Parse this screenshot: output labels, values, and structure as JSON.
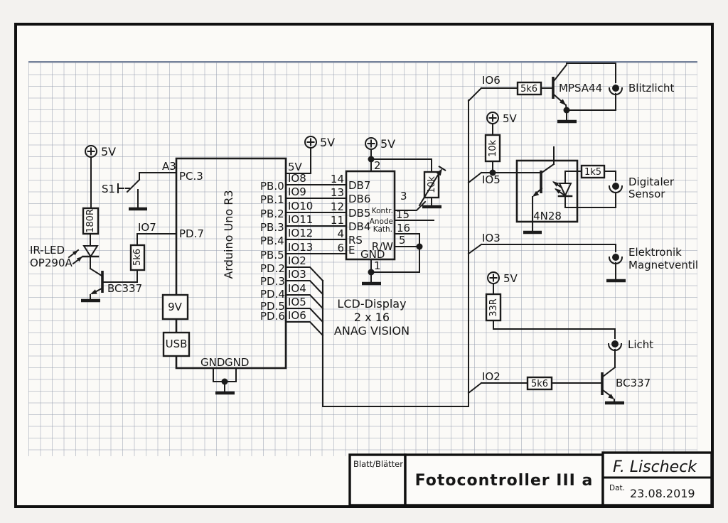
{
  "left": {
    "v5": "5V",
    "r180": "180R",
    "ir_led": "IR-LED",
    "op290a": "OP290A",
    "bc337": "BC337",
    "s1": "S1",
    "a3": "A3",
    "pc3": "PC.3",
    "io7": "IO7",
    "pd7": "PD.7",
    "r5k6": "5k6"
  },
  "arduino": {
    "name": "Arduino Uno R3",
    "v5_pin": "5V",
    "v5_sup": "5V",
    "v9": "9V",
    "usb": "USB",
    "gnd_left": "GND",
    "gnd_right": "GND",
    "pb": [
      "PB.0",
      "PB.1",
      "PB.2",
      "PB.3",
      "PB.4",
      "PB.5"
    ],
    "io_top": [
      "IO8",
      "IO9",
      "IO10",
      "IO11",
      "IO12",
      "IO13"
    ],
    "pd": [
      "PD.2",
      "PD.3",
      "PD.4",
      "PD.5",
      "PD.6"
    ],
    "io_bot": [
      "IO2",
      "IO3",
      "IO4",
      "IO5",
      "IO6"
    ]
  },
  "lcd": {
    "v5": "5V",
    "pin2": "2",
    "pin1": "1",
    "pin3": "3",
    "pin15": "15",
    "pin16": "16",
    "pin5": "5",
    "nums": [
      "14",
      "13",
      "12",
      "11",
      "4",
      "6"
    ],
    "pins": [
      "DB7",
      "DB6",
      "DB5",
      "DB4",
      "RS",
      "E"
    ],
    "kontr": "Kontr.",
    "anode": "Anode",
    "kath": "Kath.",
    "rw": "R/W",
    "gnd": "GND",
    "pot": "10k",
    "name1": "LCD-Display",
    "name2": "2 x 16",
    "name3": "ANAG VISION"
  },
  "right": {
    "io6": "IO6",
    "r5k6": "5k6",
    "mpsa44": "MPSA44",
    "blitzlicht": "Blitzlicht",
    "v5_10k": "5V",
    "r10k": "10k",
    "io5": "IO5",
    "opto": "4N28",
    "r1k5": "1k5",
    "sensor1": "Digitaler",
    "sensor2": "Sensor",
    "io3": "IO3",
    "ventil1": "Elektronik",
    "ventil2": "Magnetventil",
    "v5_33r": "5V",
    "r33": "33R",
    "licht": "Licht",
    "io2": "IO2",
    "r5k6b": "5k6",
    "bc337": "BC337"
  },
  "title_block": {
    "sheet": "Blatt/Blätter",
    "title": "Fotocontroller III a",
    "author": "F. Lischeck",
    "date_label": "Dat.",
    "date": "23.08.2019"
  }
}
